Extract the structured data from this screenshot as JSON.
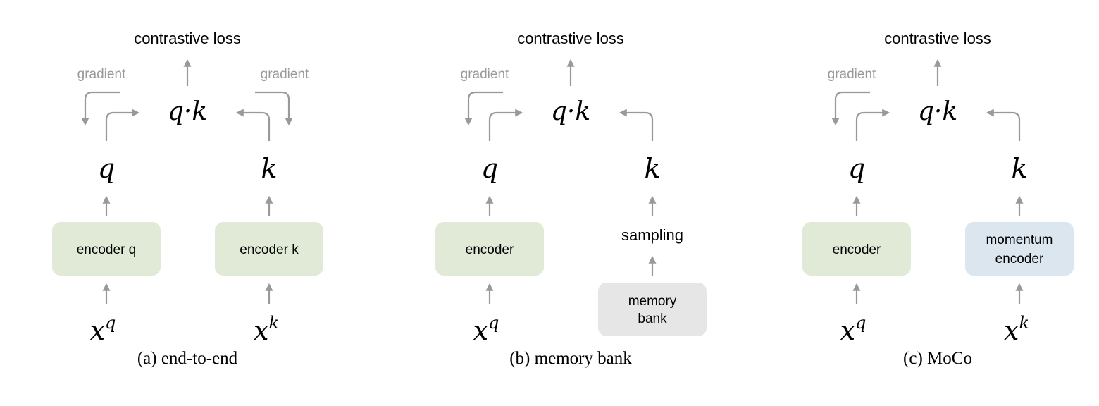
{
  "colors": {
    "encoder_green": "#e1ead6",
    "memory_gray": "#e6e6e6",
    "momentum_blue": "#dbe6ef",
    "arrow_gray": "#999999",
    "gradient_text": "#999999",
    "text": "#000000"
  },
  "panels": [
    {
      "id": "end-to-end",
      "loss_label": "contrastive loss",
      "dot_label": "q·k",
      "gradient_left": "gradient",
      "gradient_right": "gradient",
      "q_label": "q",
      "k_label": "k",
      "left_box": "encoder q",
      "right_box": "encoder k",
      "x_q": "x",
      "x_q_sup": "q",
      "x_k": "x",
      "x_k_sup": "k",
      "caption": "(a) end-to-end"
    },
    {
      "id": "memory-bank",
      "loss_label": "contrastive loss",
      "dot_label": "q·k",
      "gradient_left": "gradient",
      "q_label": "q",
      "k_label": "k",
      "left_box": "encoder",
      "sampling_label": "sampling",
      "right_box_line1": "memory",
      "right_box_line2": "bank",
      "x_q": "x",
      "x_q_sup": "q",
      "caption": "(b) memory bank"
    },
    {
      "id": "moco",
      "loss_label": "contrastive loss",
      "dot_label": "q·k",
      "gradient_left": "gradient",
      "q_label": "q",
      "k_label": "k",
      "left_box": "encoder",
      "right_box_line1": "momentum",
      "right_box_line2": "encoder",
      "x_q": "x",
      "x_q_sup": "q",
      "x_k": "x",
      "x_k_sup": "k",
      "caption": "(c) MoCo"
    }
  ]
}
